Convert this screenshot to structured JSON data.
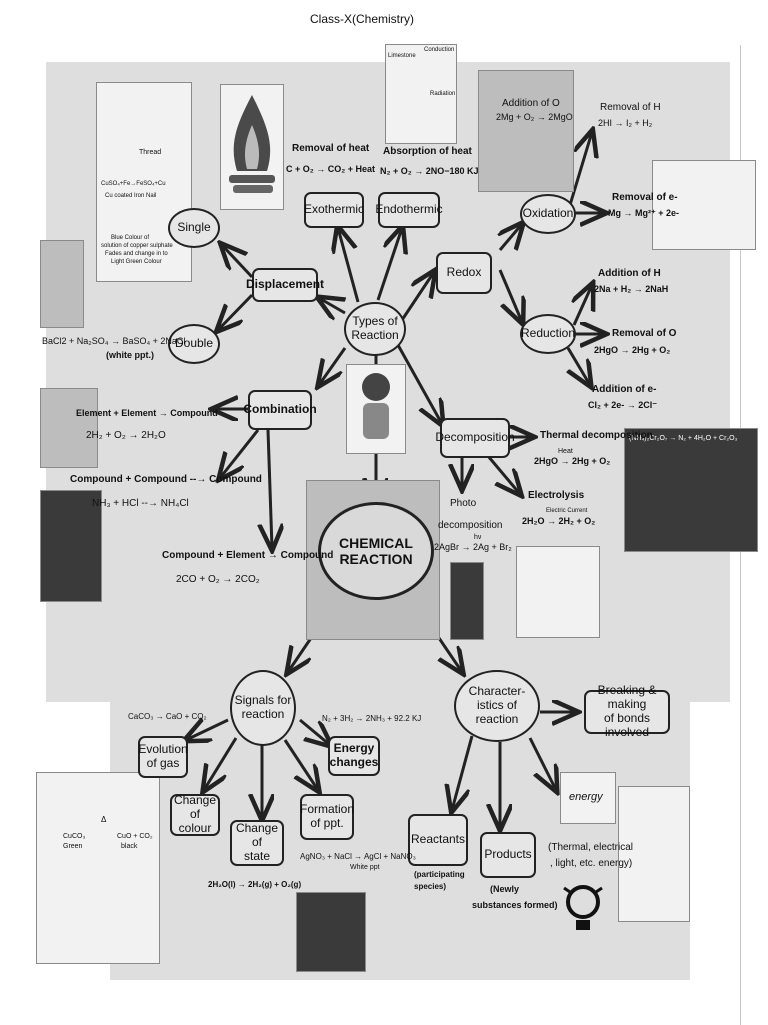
{
  "title": "Class-X(Chemistry)",
  "central": {
    "line1": "CHEMICAL",
    "line2": "REACTION"
  },
  "types": {
    "line1": "Types of",
    "line2": "Reaction"
  },
  "nodes": {
    "single": "Single",
    "double": "Double",
    "displacement": "Displacement",
    "exothermic": "Exothermic",
    "endothermic": "Endothermic",
    "redox": "Redox",
    "oxidation": "Oxidation",
    "reduction": "Reduction",
    "combination": "Combination",
    "decomposition": "Decomposition",
    "signals": {
      "line1": "Signals for",
      "line2": "reaction"
    },
    "characteristics": {
      "line1": "Character-",
      "line2": "istics of reaction"
    },
    "breaking": {
      "line1": "Breaking & making",
      "line2": "of bonds involved"
    },
    "evolution": {
      "line1": "Evolution",
      "line2": "of gas"
    },
    "energy_changes": {
      "line1": "Energy",
      "line2": "changes"
    },
    "change_colour": {
      "line1": "Change of",
      "line2": "colour"
    },
    "change_state": {
      "line1": "Change of",
      "line2": "state"
    },
    "formation_ppt": {
      "line1": "Formation",
      "line2": "of ppt."
    },
    "reactants": "Reactants",
    "products": "Products"
  },
  "labels": {
    "removal_heat": "Removal of heat",
    "exo_eq": "C + O₂ → CO₂ + Heat",
    "absorption_heat": "Absorption of heat",
    "endo_eq": "N₂ + O₂ → 2NO−180 KJ",
    "addition_o": "Addition of O",
    "addition_o_eq": "2Mg + O₂ → 2MgO",
    "removal_h": "Removal of H",
    "removal_h_eq": "2HI → I₂ + H₂",
    "removal_e": "Removal of e-",
    "removal_e_eq": "Mg → Mg²⁺ + 2e-",
    "addition_h": "Addition of H",
    "addition_h_eq": "2Na + H₂ → 2NaH",
    "removal_o": "Removal of O",
    "removal_o_eq": "2HgO → 2Hg + O₂",
    "addition_e": "Addition of e-",
    "addition_e_eq": "Cl₂ + 2e- → 2Cl⁻",
    "double_eq": "BaCl2 + Na₂SO₄ → BaSO₄ + 2NaCl",
    "white_ppt": "(white ppt.)",
    "el_el": "Element + Element → Compound",
    "el_el_eq": "2H₂  +  O₂  →  2H₂O",
    "co_co": "Compound + Compound --→ Compound",
    "co_co_eq": "NH₃  +  HCl  --→  NH₄Cl",
    "co_el": "Compound + Element → Compound",
    "co_el_eq": "2CO  +  O₂  →  2CO₂",
    "thermal": "Thermal decomposition",
    "thermal_eq": "2HgO → 2Hg + O₂",
    "heat_label": "Heat",
    "photo": "Photo",
    "photo2": "decomposition",
    "photo_eq": "2AgBr → 2Ag + Br₂",
    "hv_label": "hν",
    "electrolysis": "Electrolysis",
    "electro_eq": "2H₂O → 2H₂ + O₂",
    "current_label": "Electric Current",
    "dichromate_eq": "(NH₄)₂Cr₂O₇ → N₂ + 4H₂O + Cr₂O₃",
    "caco3_eq": "CaCO₃ → CaO + CO₂",
    "nh3_eq": "N₂ + 3H₂ → 2NH₃ + 92.2 KJ",
    "agno3_eq": "AgNO₃ + NaCl → AgCl + NaNO₃",
    "white_ppt2": "White ppt",
    "h2o_eq": "2H₂O(l) → 2H₂(g) + O₂(g)",
    "participating": "(participating",
    "species": "species)",
    "newly": "(Newly",
    "formed": "substances formed)",
    "thermal_elec": "(Thermal, electrical",
    "light_etc": ", light, etc. energy)",
    "tube_caco3": "CuCO₃",
    "tube_green": "Green",
    "tube_cuo": "CuO + CO₂",
    "tube_black": "black",
    "tube_delta": "Δ",
    "thread": "Thread",
    "cuso4_eq": "CuSO₄+Fe→FeSO₄+Cu",
    "iron_nail": "Cu coated Iron Nail",
    "blue_colour": "Blue Colour of",
    "solution_copper": "solution of copper sulphate",
    "fades": "Fades and change in to",
    "light_green": "Light Green Colour",
    "energy_logo": "energy",
    "limestone": "Limestone",
    "conduction": "Conduction",
    "radiation": "Radiation"
  },
  "colors": {
    "background": "#dedede",
    "node_fill": "#e6e6e6",
    "stroke": "#222222"
  }
}
